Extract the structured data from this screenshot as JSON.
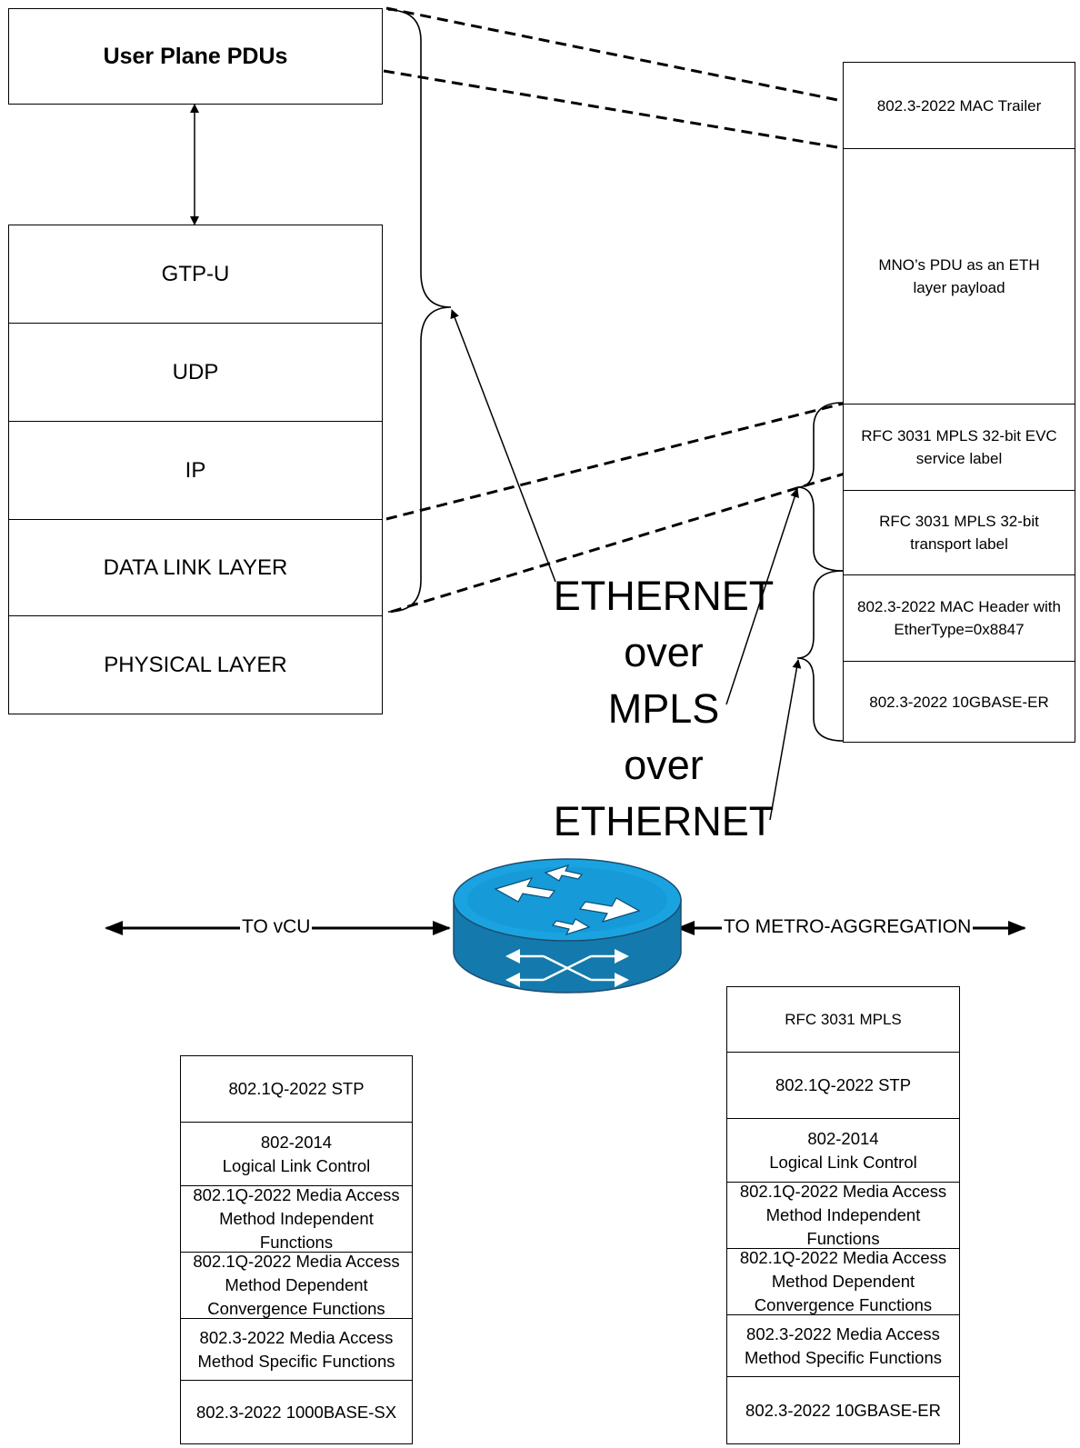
{
  "upper_left": {
    "user_plane": "User Plane PDUs",
    "layers": [
      "GTP-U",
      "UDP",
      "IP",
      "DATA LINK LAYER",
      "PHYSICAL LAYER"
    ]
  },
  "frame": {
    "trailer": "802.3-2022 MAC Trailer",
    "payload": "MNO’s PDU as an ETH layer payload",
    "evc_label": "RFC 3031 MPLS 32-bit EVC service label",
    "transport_label": "RFC 3031 MPLS 32-bit transport label",
    "mac_header": "802.3-2022 MAC Header with EtherType=0x8847",
    "phy": "802.3-2022 10GBASE-ER"
  },
  "center": {
    "eompls": [
      "ETHERNET",
      "over",
      "MPLS",
      "over",
      "ETHERNET"
    ]
  },
  "router": {
    "left_link": "TO vCU",
    "right_link": "TO METRO-AGGREGATION",
    "icon": "router-icon"
  },
  "left_stack": [
    "802.1Q-2022 STP",
    "802-2014\nLogical Link Control",
    "802.1Q-2022 Media Access Method Independent Functions",
    "802.1Q-2022 Media Access Method Dependent Convergence Functions",
    "802.3-2022 Media Access Method Specific Functions",
    "802.3-2022 1000BASE-SX"
  ],
  "right_stack": [
    "RFC 3031 MPLS",
    "802.1Q-2022 STP",
    "802-2014\nLogical Link Control",
    "802.1Q-2022 Media Access Method Independent Functions",
    "802.1Q-2022 Media Access Method Dependent Convergence Functions",
    "802.3-2022 Media Access Method Specific Functions",
    "802.3-2022 10GBASE-ER"
  ],
  "colors": {
    "router_top": "#1aa3e0",
    "router_side": "#1479ad",
    "line": "#000000"
  }
}
